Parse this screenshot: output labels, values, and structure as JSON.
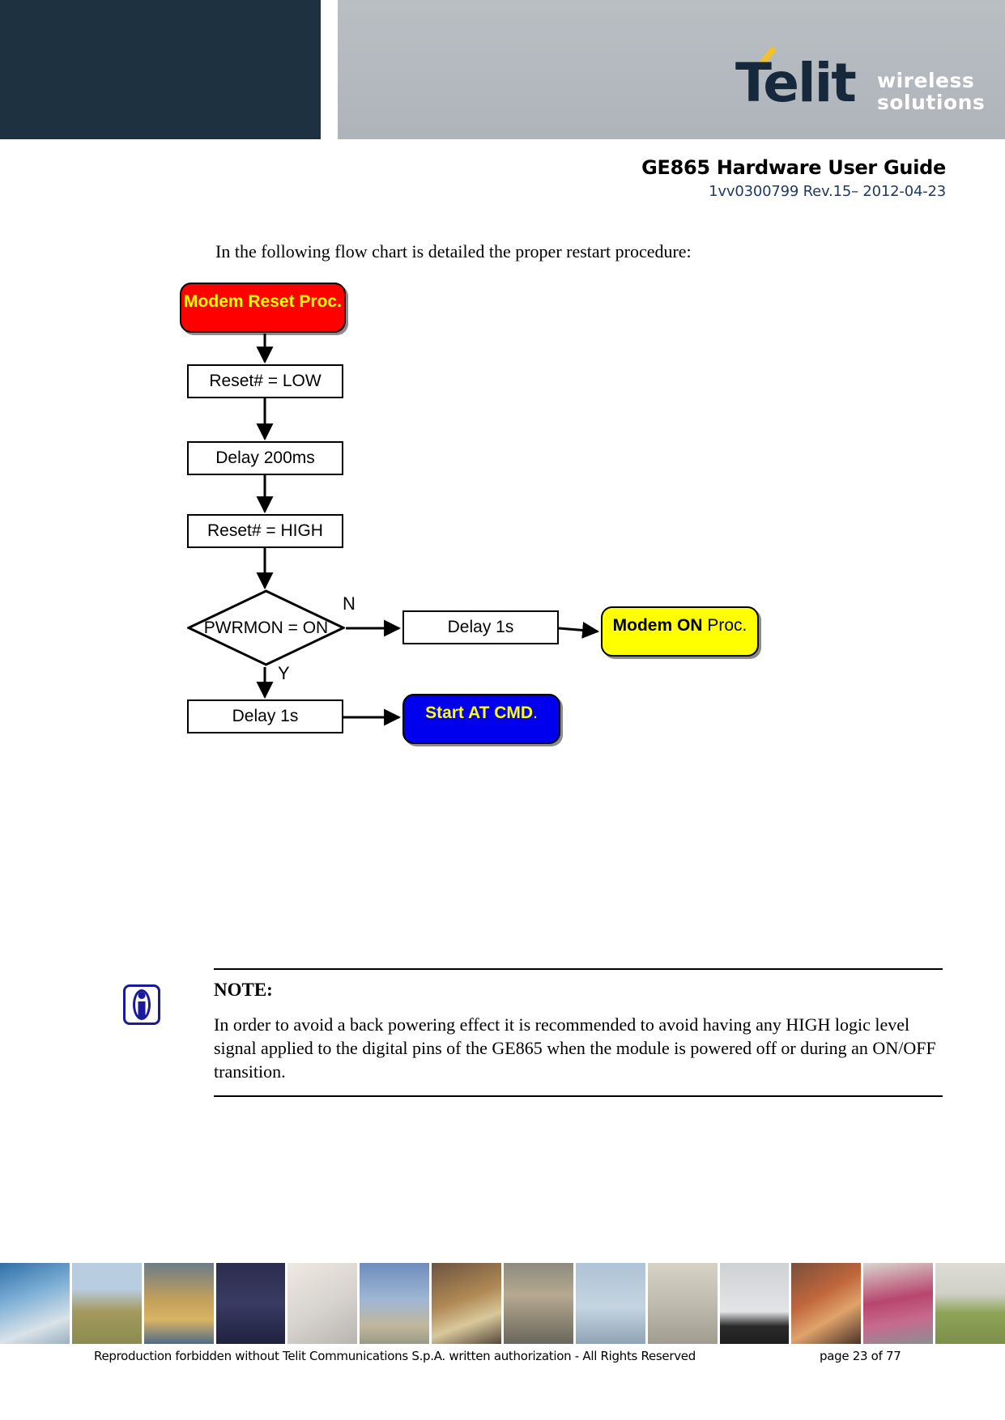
{
  "header": {
    "logo_wordmark": "Telit",
    "logo_tagline_line1": "wireless",
    "logo_tagline_line2": "solutions",
    "doc_title": "GE865 Hardware User Guide",
    "doc_subtitle": "1vv0300799 Rev.15– 2012-04-23",
    "navy_color": "#1d3140",
    "gray_color": "#b5babf",
    "logo_navy": "#16293c",
    "logo_accent": "#f2c12e",
    "subtitle_color": "#1f3864"
  },
  "main": {
    "intro_text": "In the following flow chart is detailed the proper restart procedure:"
  },
  "chart_data": {
    "type": "diagram",
    "title": "Modem restart procedure flow chart",
    "nodes": [
      {
        "id": "start",
        "label": "Modem Reset Proc.",
        "shape": "rounded",
        "fill": "#fe0000",
        "text_color": "#ffff00"
      },
      {
        "id": "reset_low",
        "label": "Reset# = LOW",
        "shape": "rectangle",
        "fill": "#ffffff",
        "text_color": "#000000"
      },
      {
        "id": "delay_200",
        "label": "Delay 200ms",
        "shape": "rectangle",
        "fill": "#ffffff",
        "text_color": "#000000"
      },
      {
        "id": "reset_high",
        "label": "Reset# = HIGH",
        "shape": "rectangle",
        "fill": "#ffffff",
        "text_color": "#000000"
      },
      {
        "id": "pwrmon",
        "label": "PWRMON = ON",
        "shape": "diamond",
        "fill": "#ffffff",
        "text_color": "#000000"
      },
      {
        "id": "delay_1s_n",
        "label": "Delay 1s",
        "shape": "rectangle",
        "fill": "#ffffff",
        "text_color": "#000000"
      },
      {
        "id": "modem_on",
        "label": "Modem ON ",
        "label_suffix": "Proc.",
        "shape": "rounded",
        "fill": "#ffff00",
        "text_color": "#000000"
      },
      {
        "id": "delay_1s_y",
        "label": "Delay 1s",
        "shape": "rectangle",
        "fill": "#ffffff",
        "text_color": "#000000"
      },
      {
        "id": "at_cmd",
        "label": "Start AT CMD",
        "label_suffix": ".",
        "shape": "rounded",
        "fill": "#0000ef",
        "text_color": "#ffff00"
      }
    ],
    "edges": [
      {
        "from": "start",
        "to": "reset_low",
        "label": ""
      },
      {
        "from": "reset_low",
        "to": "delay_200",
        "label": ""
      },
      {
        "from": "delay_200",
        "to": "reset_high",
        "label": ""
      },
      {
        "from": "reset_high",
        "to": "pwrmon",
        "label": ""
      },
      {
        "from": "pwrmon",
        "to": "delay_1s_n",
        "label": "N"
      },
      {
        "from": "delay_1s_n",
        "to": "modem_on",
        "label": ""
      },
      {
        "from": "pwrmon",
        "to": "delay_1s_y",
        "label": "Y"
      },
      {
        "from": "delay_1s_y",
        "to": "at_cmd",
        "label": ""
      }
    ],
    "branch_labels": {
      "no": "N",
      "yes": "Y"
    }
  },
  "note": {
    "title": "NOTE:",
    "body": "In order to avoid a back powering effect it is recommended to avoid having any HIGH logic level signal applied to the digital pins of the GE865 when the module is powered off or during an ON/OFF transition.",
    "icon_color": "#1a1a9c"
  },
  "footer": {
    "left_text": "Reproduction forbidden without Telit Communications S.p.A. written authorization - All Rights Reserved",
    "right_text": "page 23 of 77"
  },
  "photo_strip": {
    "tiles": [
      "#3f6e9c",
      "#8f9c6a",
      "#b98a45",
      "#2d2f50",
      "#cfd3d6",
      "#6b86b4",
      "#8a7352",
      "#6f6c63",
      "#aab9cb",
      "#c9c6bc",
      "#c3c6c8",
      "#7b5140",
      "#b05a74",
      "#8fa35c"
    ]
  }
}
